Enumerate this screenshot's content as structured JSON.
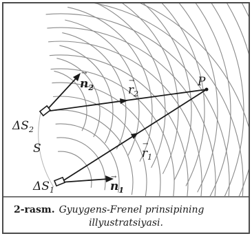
{
  "labels": {
    "n2_vec": "n",
    "n2_sub": "2",
    "r2_vec": "r",
    "r2_sub": "2",
    "point_p": "P",
    "ds2_prefix": "ΔS",
    "ds2_sub": "2",
    "surface_s": "S",
    "r1_vec": "r",
    "r1_sub": "1",
    "ds1_prefix": "ΔS",
    "ds1_sub": "1",
    "n1_vec": "n",
    "n1_sub": "1",
    "arrow_mark": "→"
  },
  "caption": {
    "number": "2-rasm.",
    "line1": "Gyuygens-Frenel prinsipining",
    "line2": "illyustratsiyasi."
  },
  "colors": {
    "ink": "#1a1a1a",
    "wave": "#8a8a8a",
    "frame": "#4a4a4a",
    "background": "#ffffff"
  }
}
